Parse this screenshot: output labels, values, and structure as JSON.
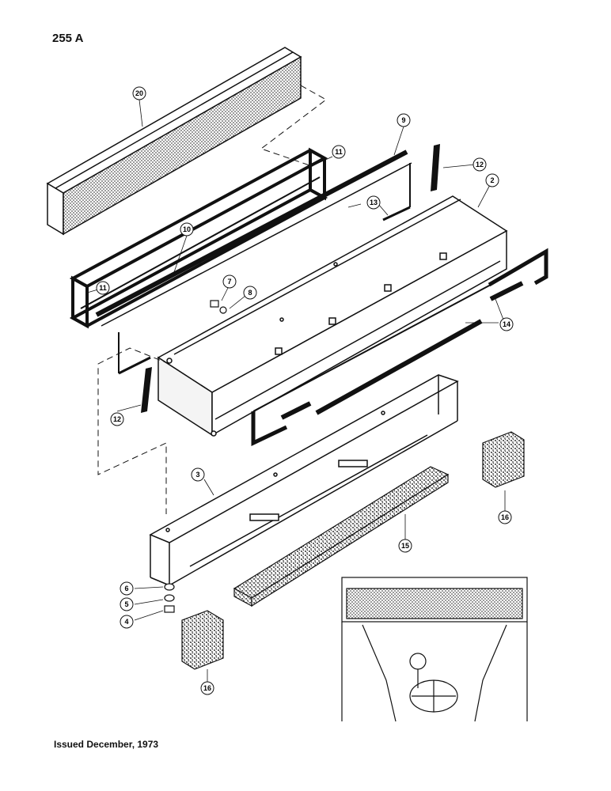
{
  "page": {
    "number": "255 A",
    "issued": "Issued December, 1973"
  },
  "callouts": [
    "20",
    "11",
    "9",
    "12",
    "2",
    "13",
    "10",
    "11",
    "7",
    "8",
    "14",
    "12",
    "3",
    "16",
    "15",
    "6",
    "5",
    "4",
    "16"
  ],
  "colors": {
    "ink": "#111111",
    "paper": "#ffffff",
    "texture": "#9a9a9a"
  }
}
